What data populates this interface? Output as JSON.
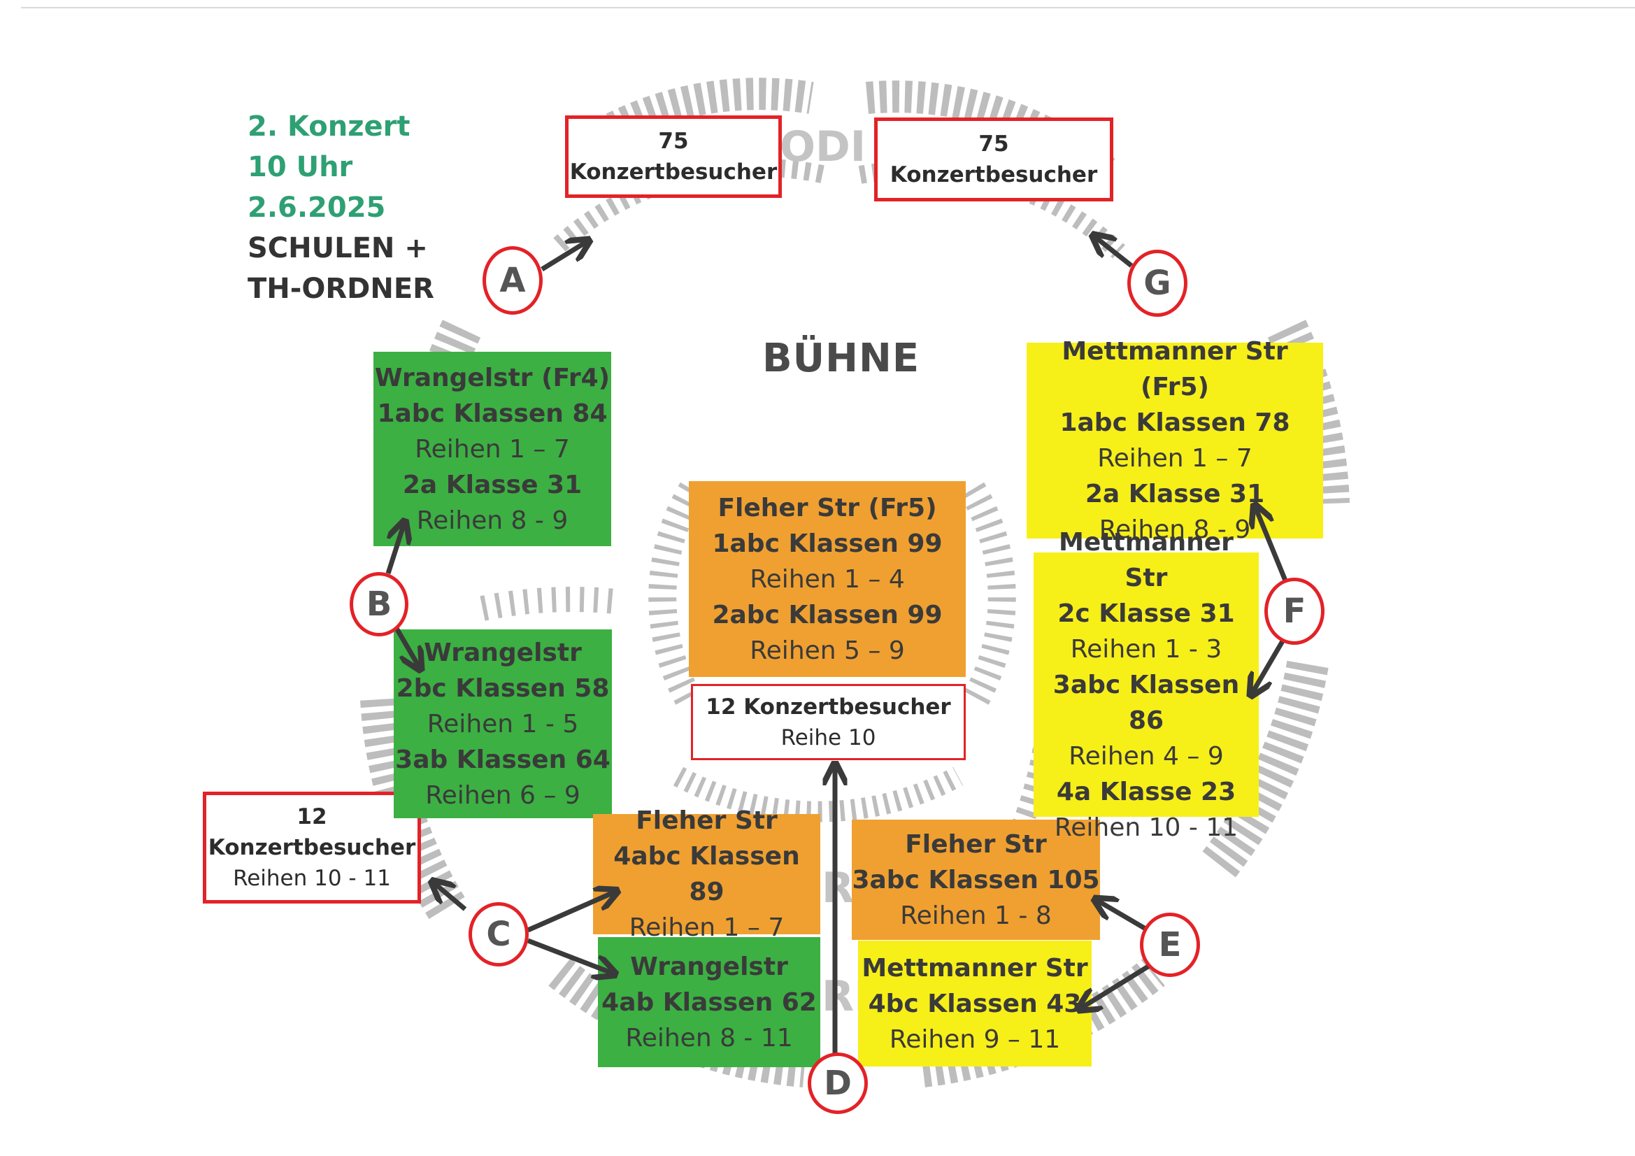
{
  "header": {
    "concert": "2. Konzert",
    "time": "10 Uhr",
    "date": "2.6.2025",
    "line4": "SCHULEN +",
    "line5": "TH-ORDNER"
  },
  "stage": "BÜHNE",
  "visitors": {
    "top_left": {
      "count": "75",
      "label": "Konzertbesucher"
    },
    "top_right": {
      "count": "75",
      "label": "Konzertbesucher"
    },
    "center": {
      "label": "12 Konzertbesucher",
      "rows": "Reihe 10"
    },
    "left": {
      "count": "12",
      "label": "Konzertbesucher",
      "rows": "Reihen 10 - 11"
    }
  },
  "blocks": {
    "wrangel_fr4": {
      "title": "Wrangelstr (Fr4)",
      "c1": "1abc Klassen 84",
      "r1": "Reihen 1 – 7",
      "c2": "2a Klasse 31",
      "r2": "Reihen 8 - 9",
      "color": "#3cb043"
    },
    "wrangel_mid": {
      "title": "Wrangelstr",
      "c1": "2bc Klassen 58",
      "r1": "Reihen 1 - 5",
      "c2": "3ab Klassen 64",
      "r2": "Reihen 6 – 9",
      "color": "#3cb043"
    },
    "wrangel_low": {
      "title": "Wrangelstr",
      "c1": "4ab Klassen 62",
      "r1": "Reihen 8 - 11",
      "color": "#3cb043"
    },
    "fleher_fr5": {
      "title": "Fleher Str (Fr5)",
      "c1": "1abc Klassen 99",
      "r1": "Reihen 1 – 4",
      "c2": "2abc Klassen 99",
      "r2": "Reihen 5 – 9",
      "color": "#f0a030"
    },
    "fleher_left": {
      "title": "Fleher Str",
      "c1": "4abc Klassen 89",
      "r1": "Reihen 1 – 7",
      "color": "#f0a030"
    },
    "fleher_right": {
      "title": "Fleher Str",
      "c1": "3abc Klassen 105",
      "r1": "Reihen 1 - 8",
      "color": "#f0a030"
    },
    "mett_fr5": {
      "title": "Mettmanner Str (Fr5)",
      "c1": "1abc Klassen 78",
      "r1": "Reihen 1 – 7",
      "c2": "2a Klasse 31",
      "r2": "Reihen 8 - 9",
      "color": "#f7ef18"
    },
    "mett_mid": {
      "title": "Mettmanner Str",
      "c1": "2c Klasse 31",
      "r1": "Reihen 1 - 3",
      "c2": "3abc Klassen 86",
      "r2": "Reihen 4 – 9",
      "c3": "4a Klasse 23",
      "r3": "Reihen 10 - 11",
      "color": "#f7ef18"
    },
    "mett_low": {
      "title": "Mettmanner Str",
      "c1": "4bc Klassen 43",
      "r1": "Reihen 9 – 11",
      "color": "#f7ef18"
    }
  },
  "markers": {
    "a": "A",
    "b": "B",
    "c": "C",
    "d": "D",
    "e": "E",
    "f": "F",
    "g": "G"
  },
  "colors": {
    "marker_ring": "#e32227",
    "arrow": "#3a3a3a",
    "seating": "#b8b8b8"
  }
}
